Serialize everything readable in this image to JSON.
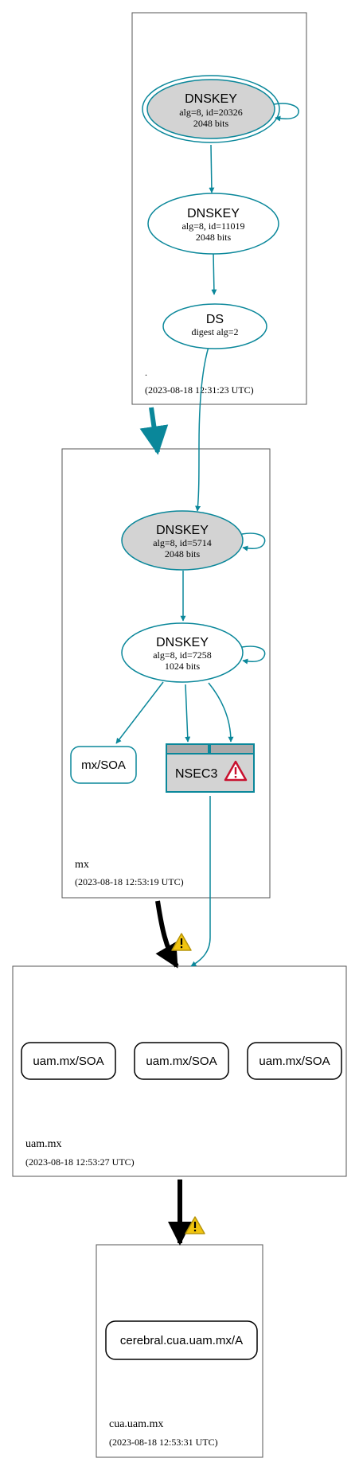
{
  "colors": {
    "teal": "#0a879a",
    "gray_fill": "#d3d3d3",
    "black": "#000000",
    "box_border": "#555555",
    "warn_red": "#c8102e",
    "warn_yellow": "#f1c40f"
  },
  "icons": [
    "self-loop-icon",
    "warning-icon"
  ],
  "zones": {
    "root": {
      "name": ".",
      "timestamp": "(2023-08-18 12:31:23 UTC)"
    },
    "mx": {
      "name": "mx",
      "timestamp": "(2023-08-18 12:53:19 UTC)"
    },
    "uam": {
      "name": "uam.mx",
      "timestamp": "(2023-08-18 12:53:27 UTC)"
    },
    "cua": {
      "name": "cua.uam.mx",
      "timestamp": "(2023-08-18 12:53:31 UTC)"
    }
  },
  "nodes": {
    "root_ksk": {
      "title": "DNSKEY",
      "detail": "alg=8, id=20326",
      "bits": "2048 bits"
    },
    "root_zsk": {
      "title": "DNSKEY",
      "detail": "alg=8, id=11019",
      "bits": "2048 bits"
    },
    "mx_ds": {
      "title": "DS",
      "detail": "digest alg=2"
    },
    "mx_ksk": {
      "title": "DNSKEY",
      "detail": "alg=8, id=5714",
      "bits": "2048 bits"
    },
    "mx_zsk": {
      "title": "DNSKEY",
      "detail": "alg=8, id=7258",
      "bits": "1024 bits"
    },
    "mx_soa": {
      "label": "mx/SOA"
    },
    "mx_nsec3": {
      "label": "NSEC3"
    },
    "uam_soa_1": {
      "label": "uam.mx/SOA"
    },
    "uam_soa_2": {
      "label": "uam.mx/SOA"
    },
    "uam_soa_3": {
      "label": "uam.mx/SOA"
    },
    "cua_a": {
      "label": "cerebral.cua.uam.mx/A"
    }
  }
}
